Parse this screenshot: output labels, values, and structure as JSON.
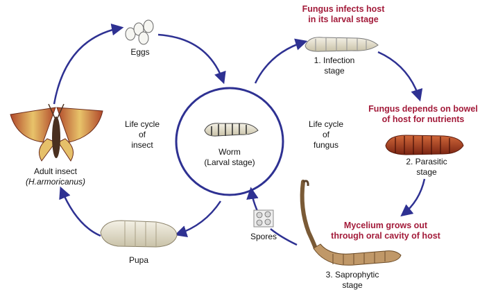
{
  "colors": {
    "arrow": "#2e3192",
    "highlight": "#a31b3a",
    "text": "#111111"
  },
  "insect_cycle": {
    "eggs": "Eggs",
    "cycle_line1": "Life cycle",
    "cycle_line2": "of",
    "cycle_line3": "insect",
    "adult_line1": "Adult insect",
    "adult_line2": "(H.armoricanus)",
    "pupa": "Pupa"
  },
  "center": {
    "worm_line1": "Worm",
    "worm_line2": "(Larval stage)"
  },
  "fungus_cycle": {
    "cycle_line1": "Life cycle",
    "cycle_line2": "of",
    "cycle_line3": "fungus",
    "infects_line1": "Fungus infects host",
    "infects_line2": "in its larval stage",
    "infection_line1": "1. Infection",
    "infection_line2": "stage",
    "depends_line1": "Fungus depends on bowel",
    "depends_line2": "of host for nutrients",
    "parasitic_line1": "2. Parasitic",
    "parasitic_line2": "stage",
    "mycelium_line1": "Mycelium grows out",
    "mycelium_line2": "through oral cavity of host",
    "spores": "Spores",
    "saprophytic_line1": "3. Saprophytic",
    "saprophytic_line2": "stage"
  },
  "icons": [
    "eggs-icon",
    "moth-icon",
    "pupa-icon",
    "larva-icon",
    "infected-larva-icon",
    "parasitic-larva-icon",
    "cordyceps-icon",
    "spores-icon"
  ]
}
